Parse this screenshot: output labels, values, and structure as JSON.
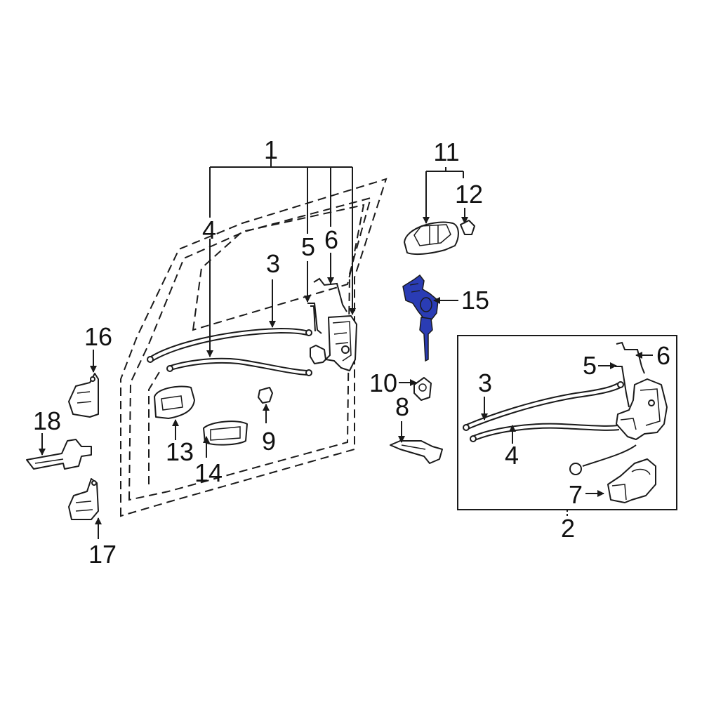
{
  "callouts": {
    "c1": "1",
    "c2": "2",
    "c3a": "3",
    "c3b": "3",
    "c4a": "4",
    "c4b": "4",
    "c5a": "5",
    "c5b": "5",
    "c6a": "6",
    "c6b": "6",
    "c7": "7",
    "c8": "8",
    "c9": "9",
    "c10": "10",
    "c11": "11",
    "c12": "12",
    "c13": "13",
    "c14": "14",
    "c15": "15",
    "c16": "16",
    "c17": "17",
    "c18": "18"
  },
  "colors": {
    "highlight": "#2a3cb4",
    "line": "#1a1a1a",
    "background": "#ffffff"
  }
}
